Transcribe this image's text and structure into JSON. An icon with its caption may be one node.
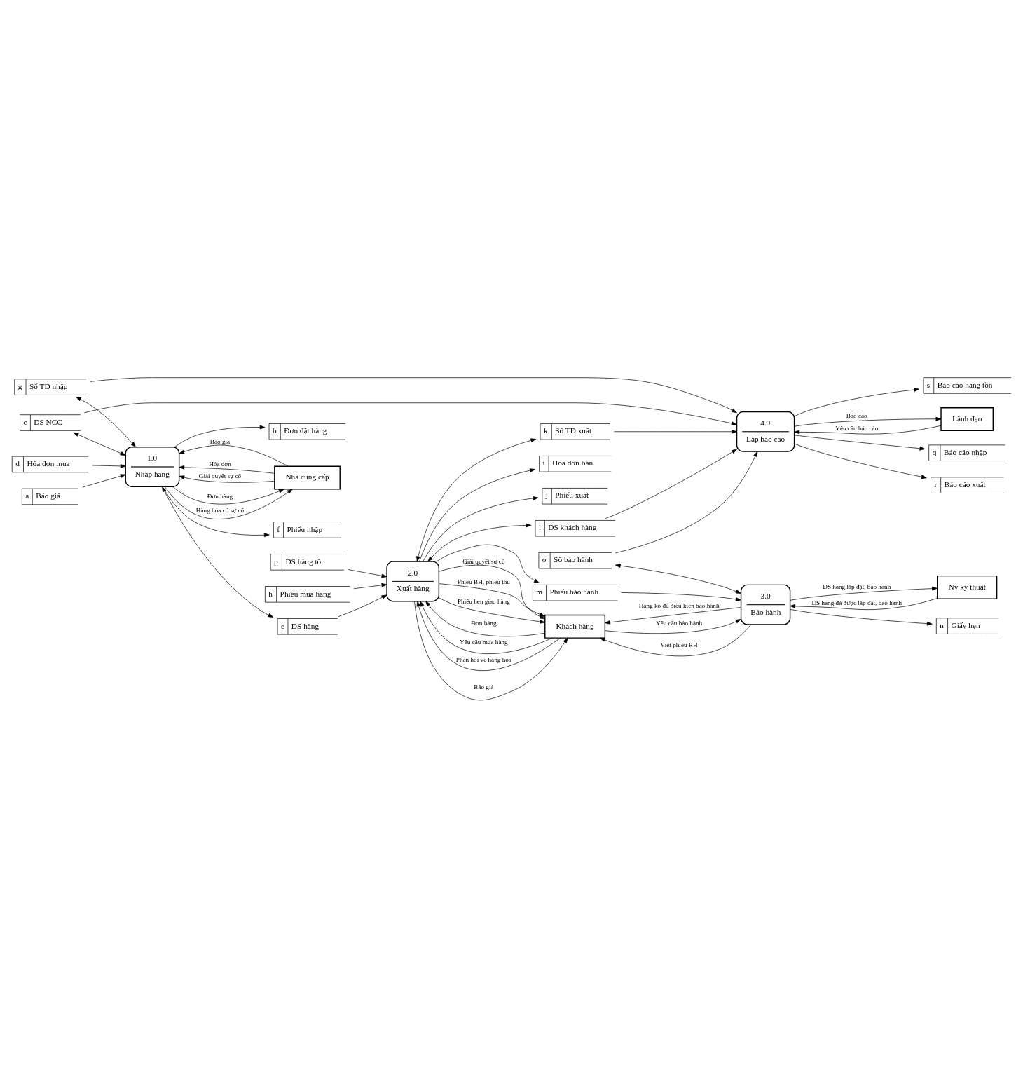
{
  "diagram": {
    "nodes": [
      {
        "text": [
          "p",
          "DS hàng tồn"
        ]
      },
      {
        "text": [
          "h",
          "Phiếu mua hàng"
        ]
      },
      {
        "text": [
          "f",
          "Phiếu nhập"
        ]
      },
      {
        "text": [
          "Nhà cung cấp"
        ]
      },
      {
        "text": [
          "i",
          "Hóa đơn bán"
        ]
      },
      {
        "text": [
          "e",
          "DS hàng"
        ]
      },
      {
        "text": [
          "j",
          "Phiếu xuất"
        ]
      },
      {
        "text": [
          "b",
          "Đơn đặt hàng"
        ]
      },
      {
        "text": [
          "1.0",
          "Nhập hàng"
        ]
      },
      {
        "text": [
          "2.0",
          "Xuất hàng"
        ]
      },
      {
        "text": [
          "d",
          "Hóa đơn mua"
        ]
      },
      {
        "text": [
          "k",
          "Sổ TD xuất"
        ]
      },
      {
        "text": [
          "a",
          "Báo giá"
        ]
      },
      {
        "text": [
          "l",
          "DS khách hàng"
        ]
      },
      {
        "text": [
          "g",
          "Sổ TD nhập"
        ]
      },
      {
        "text": [
          "Khách hàng"
        ]
      },
      {
        "text": [
          "m",
          "Phiếu bảo hành"
        ]
      },
      {
        "text": [
          "c",
          "DS NCC"
        ]
      },
      {
        "text": [
          "o",
          "Sổ bảo hành"
        ]
      },
      {
        "text": [
          "n",
          "Giấy hẹn"
        ]
      },
      {
        "text": [
          "3.0",
          "Bảo hành"
        ]
      },
      {
        "text": [
          "4.0",
          "Lập báo cáo"
        ]
      },
      {
        "text": [
          "q",
          "Báo cáo nhập"
        ]
      },
      {
        "text": [
          "r",
          "Báo cáo xuất"
        ]
      },
      {
        "text": [
          "s",
          "Báo cáo hàng tồn"
        ]
      },
      {
        "text": [
          "Lãnh đạo"
        ]
      },
      {
        "text": [
          "Nv kỹ thuật"
        ]
      }
    ],
    "edges": [
      {
        "from": 8,
        "to": 3,
        "arrow": "to",
        "label": "Đơn hàng"
      },
      {
        "from": 3,
        "to": 8,
        "arrow": "to",
        "label": "Báo giá"
      },
      {
        "from": 3,
        "to": 8,
        "arrow": "to",
        "label": "Hóa đơn"
      },
      {
        "from": 3,
        "to": 8,
        "arrow": "to",
        "label": "Giải quyết sự cố"
      },
      {
        "from": 8,
        "to": 3,
        "arrow": "to",
        "label": "Hàng hóa có sự cố"
      },
      {
        "from": 8,
        "to": 2,
        "arrow": "to"
      },
      {
        "from": 8,
        "to": 5,
        "arrow": "both"
      },
      {
        "from": 8,
        "to": 7,
        "arrow": "to"
      },
      {
        "from": 10,
        "to": 8,
        "arrow": "to"
      },
      {
        "from": 12,
        "to": 8,
        "arrow": "to"
      },
      {
        "from": 14,
        "to": 8,
        "arrow": "both"
      },
      {
        "from": 17,
        "to": 8,
        "arrow": "both"
      },
      {
        "from": 5,
        "to": 9,
        "arrow": "to"
      },
      {
        "from": 0,
        "to": 9,
        "arrow": "to"
      },
      {
        "from": 1,
        "to": 9,
        "arrow": "to"
      },
      {
        "from": 9,
        "to": 4,
        "arrow": "to"
      },
      {
        "from": 9,
        "to": 6,
        "arrow": "to"
      },
      {
        "from": 9,
        "to": 15,
        "arrow": "to",
        "label": "Báo giá"
      },
      {
        "from": 9,
        "to": 15,
        "arrow": "to",
        "label": "Giải quyết sự cố"
      },
      {
        "from": 9,
        "to": 15,
        "arrow": "to",
        "label": "Phiếu BH, phiếu thu"
      },
      {
        "from": 9,
        "to": 15,
        "arrow": "to",
        "label": "Phiếu hẹn giao hàng"
      },
      {
        "from": 15,
        "to": 9,
        "arrow": "to",
        "label": "Đơn hàng"
      },
      {
        "from": 15,
        "to": 9,
        "arrow": "to",
        "label": "Yêu cầu mua hàng"
      },
      {
        "from": 15,
        "to": 9,
        "arrow": "to",
        "label": "Phản hồi về hàng hóa"
      },
      {
        "from": 9,
        "to": 11,
        "arrow": "both"
      },
      {
        "from": 9,
        "to": 13,
        "arrow": "both"
      },
      {
        "from": 9,
        "to": 16,
        "arrow": "to"
      },
      {
        "from": 16,
        "to": 20,
        "arrow": "to"
      },
      {
        "from": 18,
        "to": 20,
        "arrow": "both"
      },
      {
        "from": 20,
        "to": 19,
        "arrow": "to"
      },
      {
        "from": 20,
        "to": 15,
        "arrow": "to",
        "label": "Viết phiếu BH"
      },
      {
        "from": 15,
        "to": 20,
        "arrow": "to",
        "label": "Yêu cầu bảo hành"
      },
      {
        "from": 20,
        "to": 15,
        "arrow": "to",
        "label": "Hàng ko đủ điều kiện bảo hành"
      },
      {
        "from": 20,
        "to": 26,
        "arrow": "to",
        "label": "DS hàng lắp đặt, bảo hành"
      },
      {
        "from": 26,
        "to": 20,
        "arrow": "to",
        "label": "DS hàng đã được lắp đặt, bảo hành"
      },
      {
        "from": 14,
        "to": 21,
        "arrow": "to"
      },
      {
        "from": 17,
        "to": 21,
        "arrow": "to"
      },
      {
        "from": 11,
        "to": 21,
        "arrow": "to"
      },
      {
        "from": 13,
        "to": 21,
        "arrow": "to"
      },
      {
        "from": 18,
        "to": 21,
        "arrow": "to"
      },
      {
        "from": 21,
        "to": 22,
        "arrow": "to"
      },
      {
        "from": 21,
        "to": 23,
        "arrow": "to"
      },
      {
        "from": 21,
        "to": 24,
        "arrow": "to"
      },
      {
        "from": 25,
        "to": 21,
        "arrow": "to",
        "label": "Yêu cầu báo cáo"
      },
      {
        "from": 21,
        "to": 25,
        "arrow": "to",
        "label": "Báo cáo"
      }
    ]
  }
}
